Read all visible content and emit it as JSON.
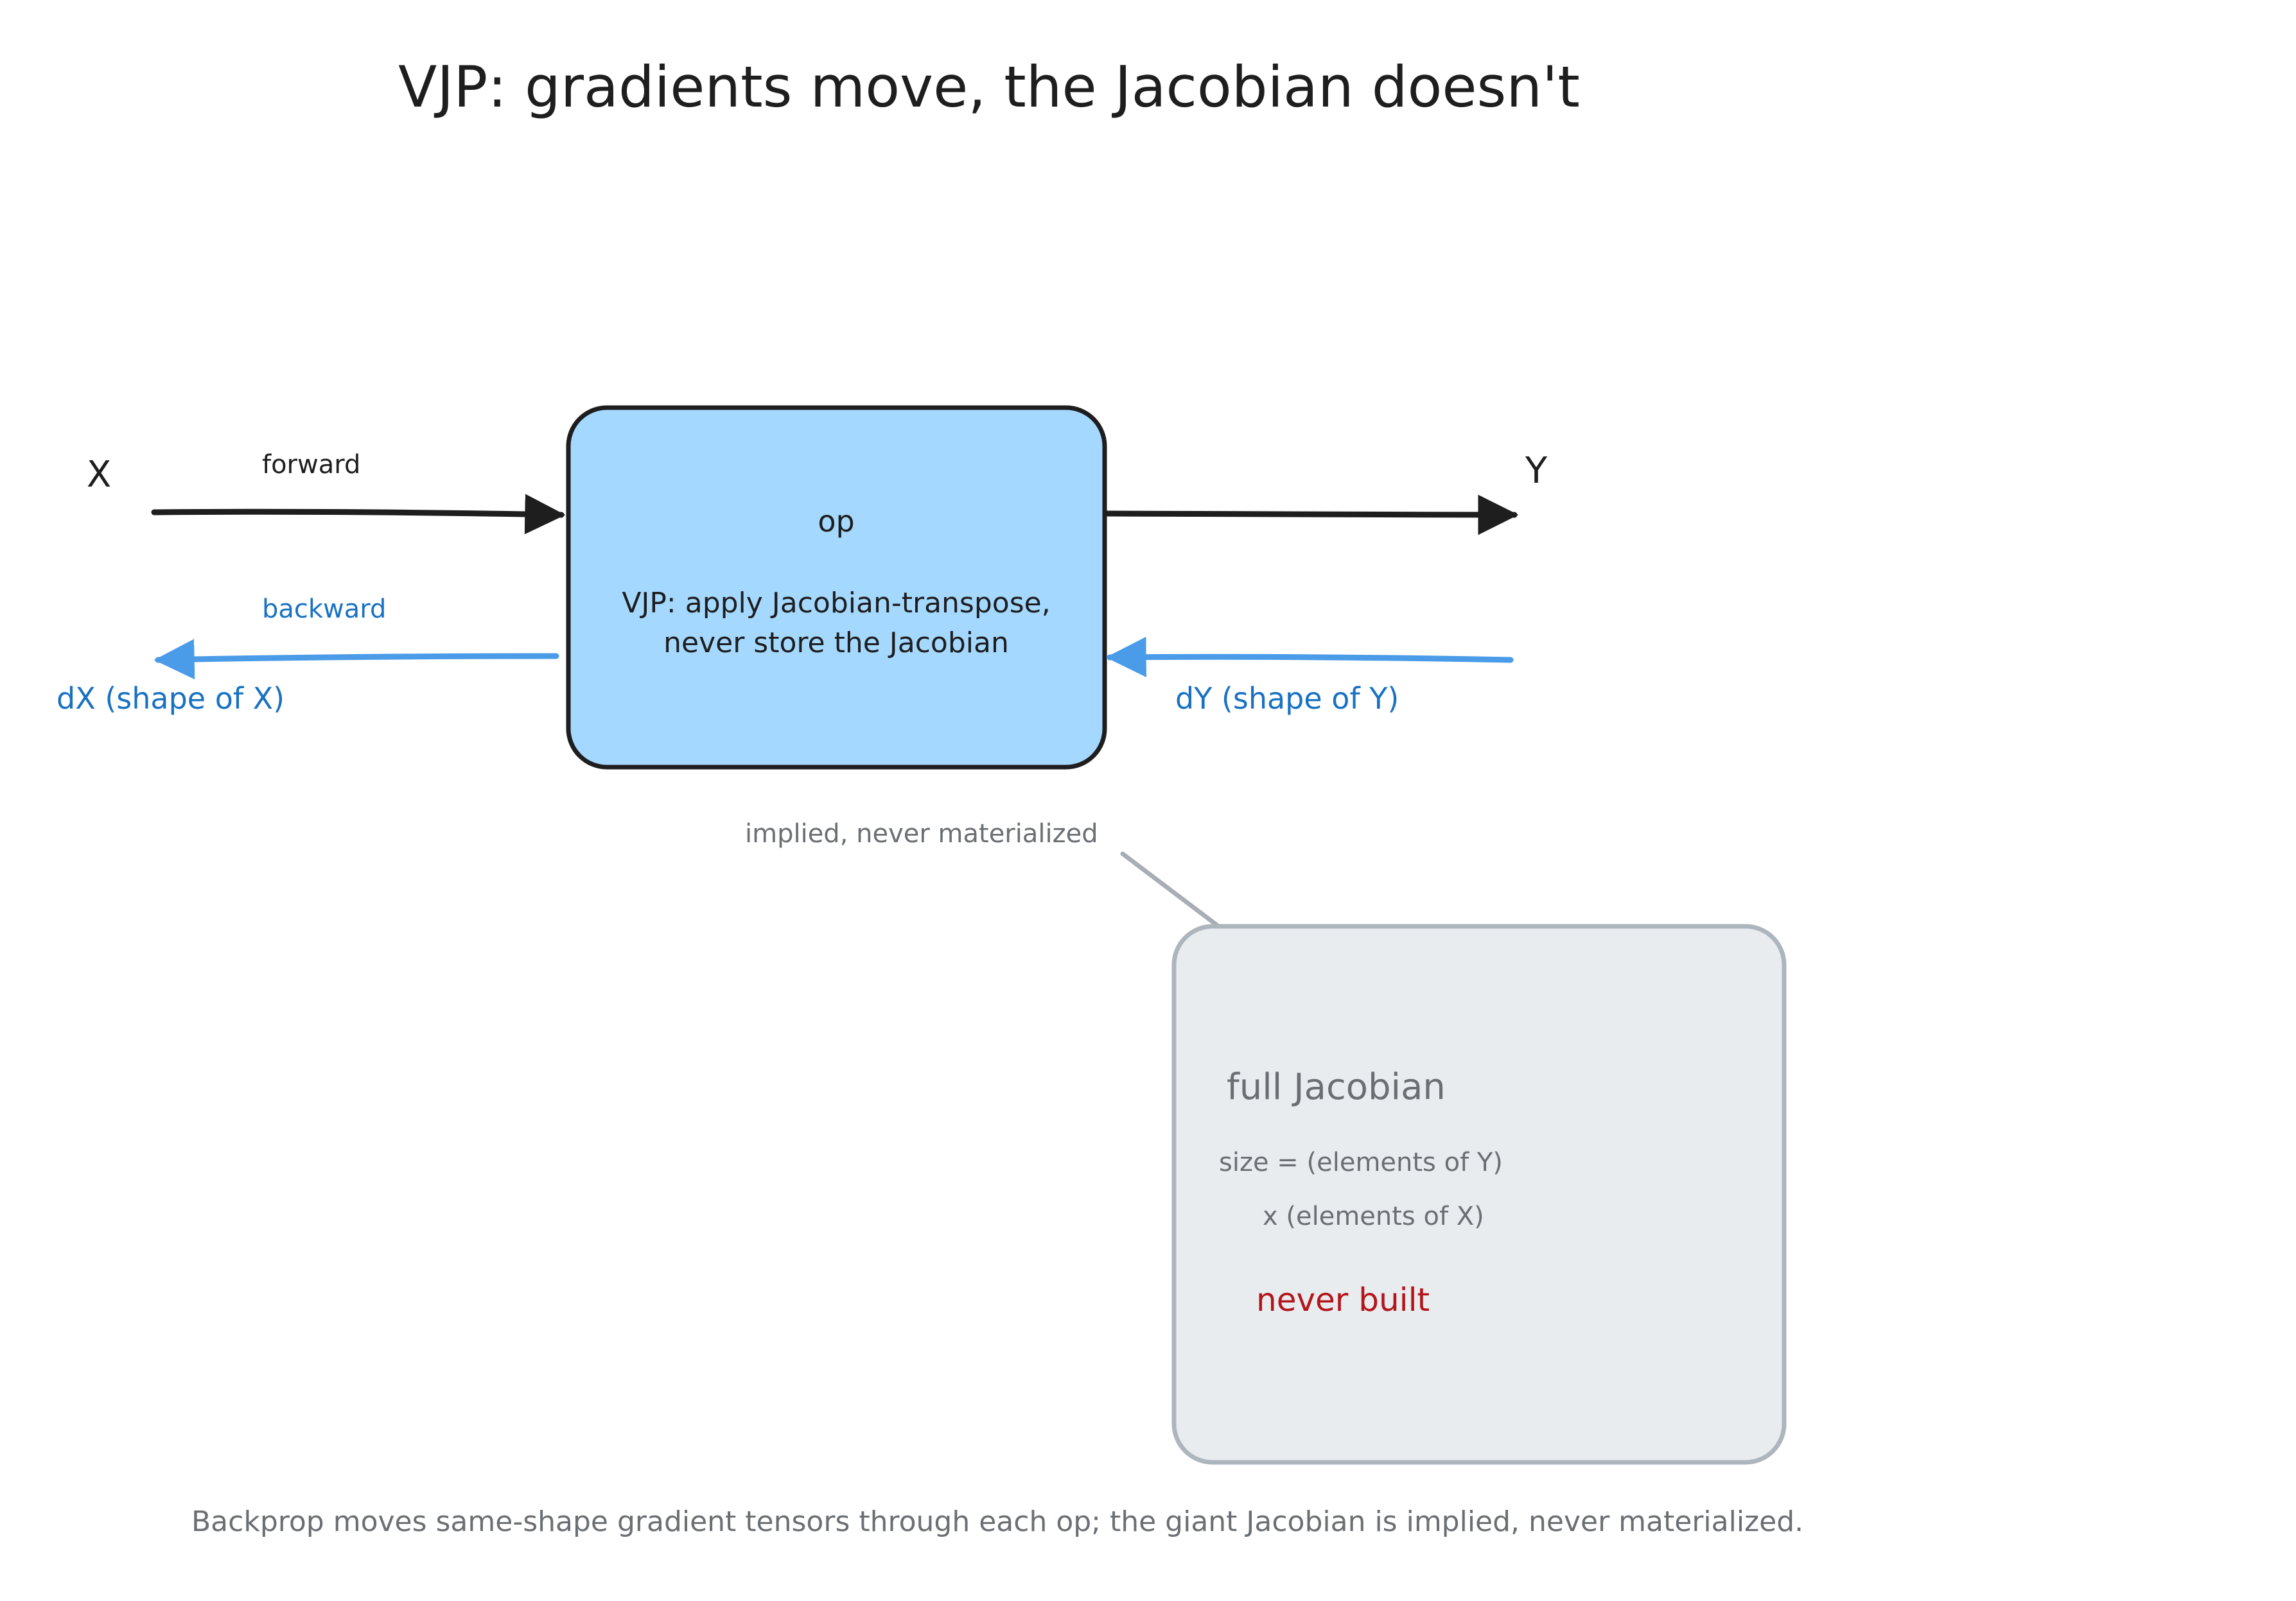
{
  "title": "VJP: gradients move, the Jacobian doesn't",
  "nodes": {
    "input": {
      "label": "X"
    },
    "output": {
      "label": "Y"
    },
    "op_box": {
      "title": "op",
      "line1": "VJP: apply Jacobian-transpose,",
      "line2": "never store the Jacobian"
    },
    "jacobian_box": {
      "title": "full Jacobian",
      "size_line1": "size = (elements of Y)",
      "size_line2": "x (elements of X)",
      "status": "never built"
    }
  },
  "edges": {
    "forward_label": "forward",
    "backward_label": "backward",
    "dx_label": "dX (shape of X)",
    "dy_label": "dY (shape of Y)",
    "implied_label": "implied, never materialized"
  },
  "caption": "Backprop moves same-shape gradient tensors through each op; the giant Jacobian is implied, never materialized.",
  "colors": {
    "op_fill": "#a5d8ff",
    "jacobian_fill": "#e9ecef",
    "jacobian_stroke": "#adb5bd",
    "backward": "#4a9be8",
    "dark": "#1e1e1e",
    "never_built": "#b3151b"
  }
}
